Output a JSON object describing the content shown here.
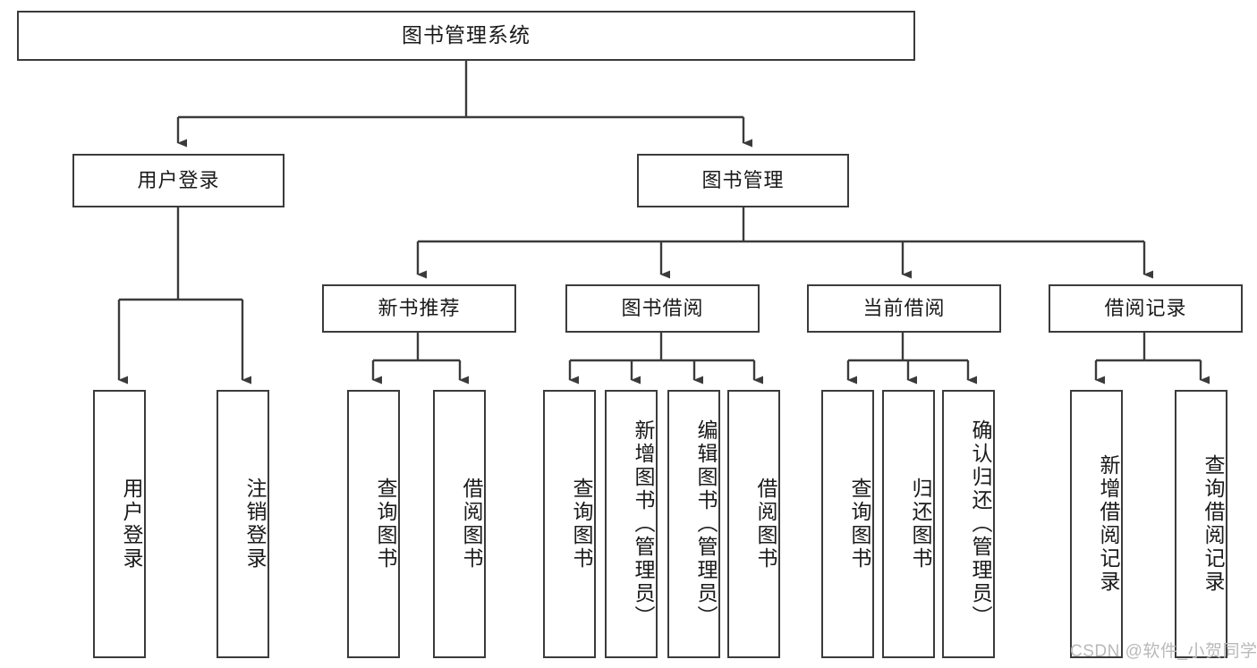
{
  "diagram": {
    "title": "图书管理系统",
    "type": "tree",
    "levels": 4,
    "root": {
      "label": "图书管理系统",
      "children": [
        {
          "label": "用户登录",
          "children": [
            {
              "label": "用户登录"
            },
            {
              "label": "注销登录"
            }
          ]
        },
        {
          "label": "图书管理",
          "children": [
            {
              "label": "新书推荐",
              "children": [
                {
                  "label": "查询图书"
                },
                {
                  "label": "借阅图书"
                }
              ]
            },
            {
              "label": "图书借阅",
              "children": [
                {
                  "label": "查询图书"
                },
                {
                  "label": "新增图书（管理员）"
                },
                {
                  "label": "编辑图书（管理员）"
                },
                {
                  "label": "借阅图书"
                }
              ]
            },
            {
              "label": "当前借阅",
              "children": [
                {
                  "label": "查询图书"
                },
                {
                  "label": "归还图书"
                },
                {
                  "label": "确认归还（管理员）"
                }
              ]
            },
            {
              "label": "借阅记录",
              "children": [
                {
                  "label": "新增借阅记录"
                },
                {
                  "label": "查询借阅记录"
                }
              ]
            }
          ]
        }
      ]
    }
  },
  "nodes": {
    "root": "图书管理系统",
    "l1_user_login": "用户登录",
    "l1_book_manage": "图书管理",
    "l2_new_book": "新书推荐",
    "l2_borrow": "图书借阅",
    "l2_current": "当前借阅",
    "l2_record": "借阅记录",
    "leaf_user_login": "用户登录",
    "leaf_logout": "注销登录",
    "leaf_nb_query": "查询图书",
    "leaf_nb_borrow": "借阅图书",
    "leaf_bb_query": "查询图书",
    "leaf_bb_add": "新增图书（管理员）",
    "leaf_bb_edit": "编辑图书（管理员）",
    "leaf_bb_borrow": "借阅图书",
    "leaf_cb_query": "查询图书",
    "leaf_cb_return": "归还图书",
    "leaf_cb_confirm": "确认归还（管理员）",
    "leaf_rec_add": "新增借阅记录",
    "leaf_rec_query": "查询借阅记录"
  },
  "watermark": {
    "text": "CSDN @软件_小贺同学"
  },
  "colors": {
    "border": "#3b3b3b",
    "connector": "#3b3b3b",
    "background": "#ffffff",
    "text": "#1a1a1a",
    "watermark": "#b9b9b9"
  }
}
